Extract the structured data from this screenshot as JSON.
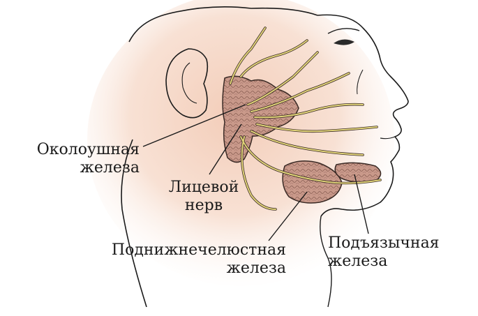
{
  "labels": {
    "parotid": {
      "line1": "Околоушная",
      "line2": "железа"
    },
    "facial_nerve": {
      "line1": "Лицевой",
      "line2": "нерв"
    },
    "submandibular": {
      "line1": "Поднижнечелюстная",
      "line2": "железа"
    },
    "sublingual": {
      "line1": "Подъязычная",
      "line2": "железа"
    }
  },
  "colors": {
    "skin": "#f6dccd",
    "gland": "#c99a8c",
    "gland_outline": "#3a2a25",
    "nerve": "#e2d57a",
    "ink": "#1a1a1a"
  }
}
